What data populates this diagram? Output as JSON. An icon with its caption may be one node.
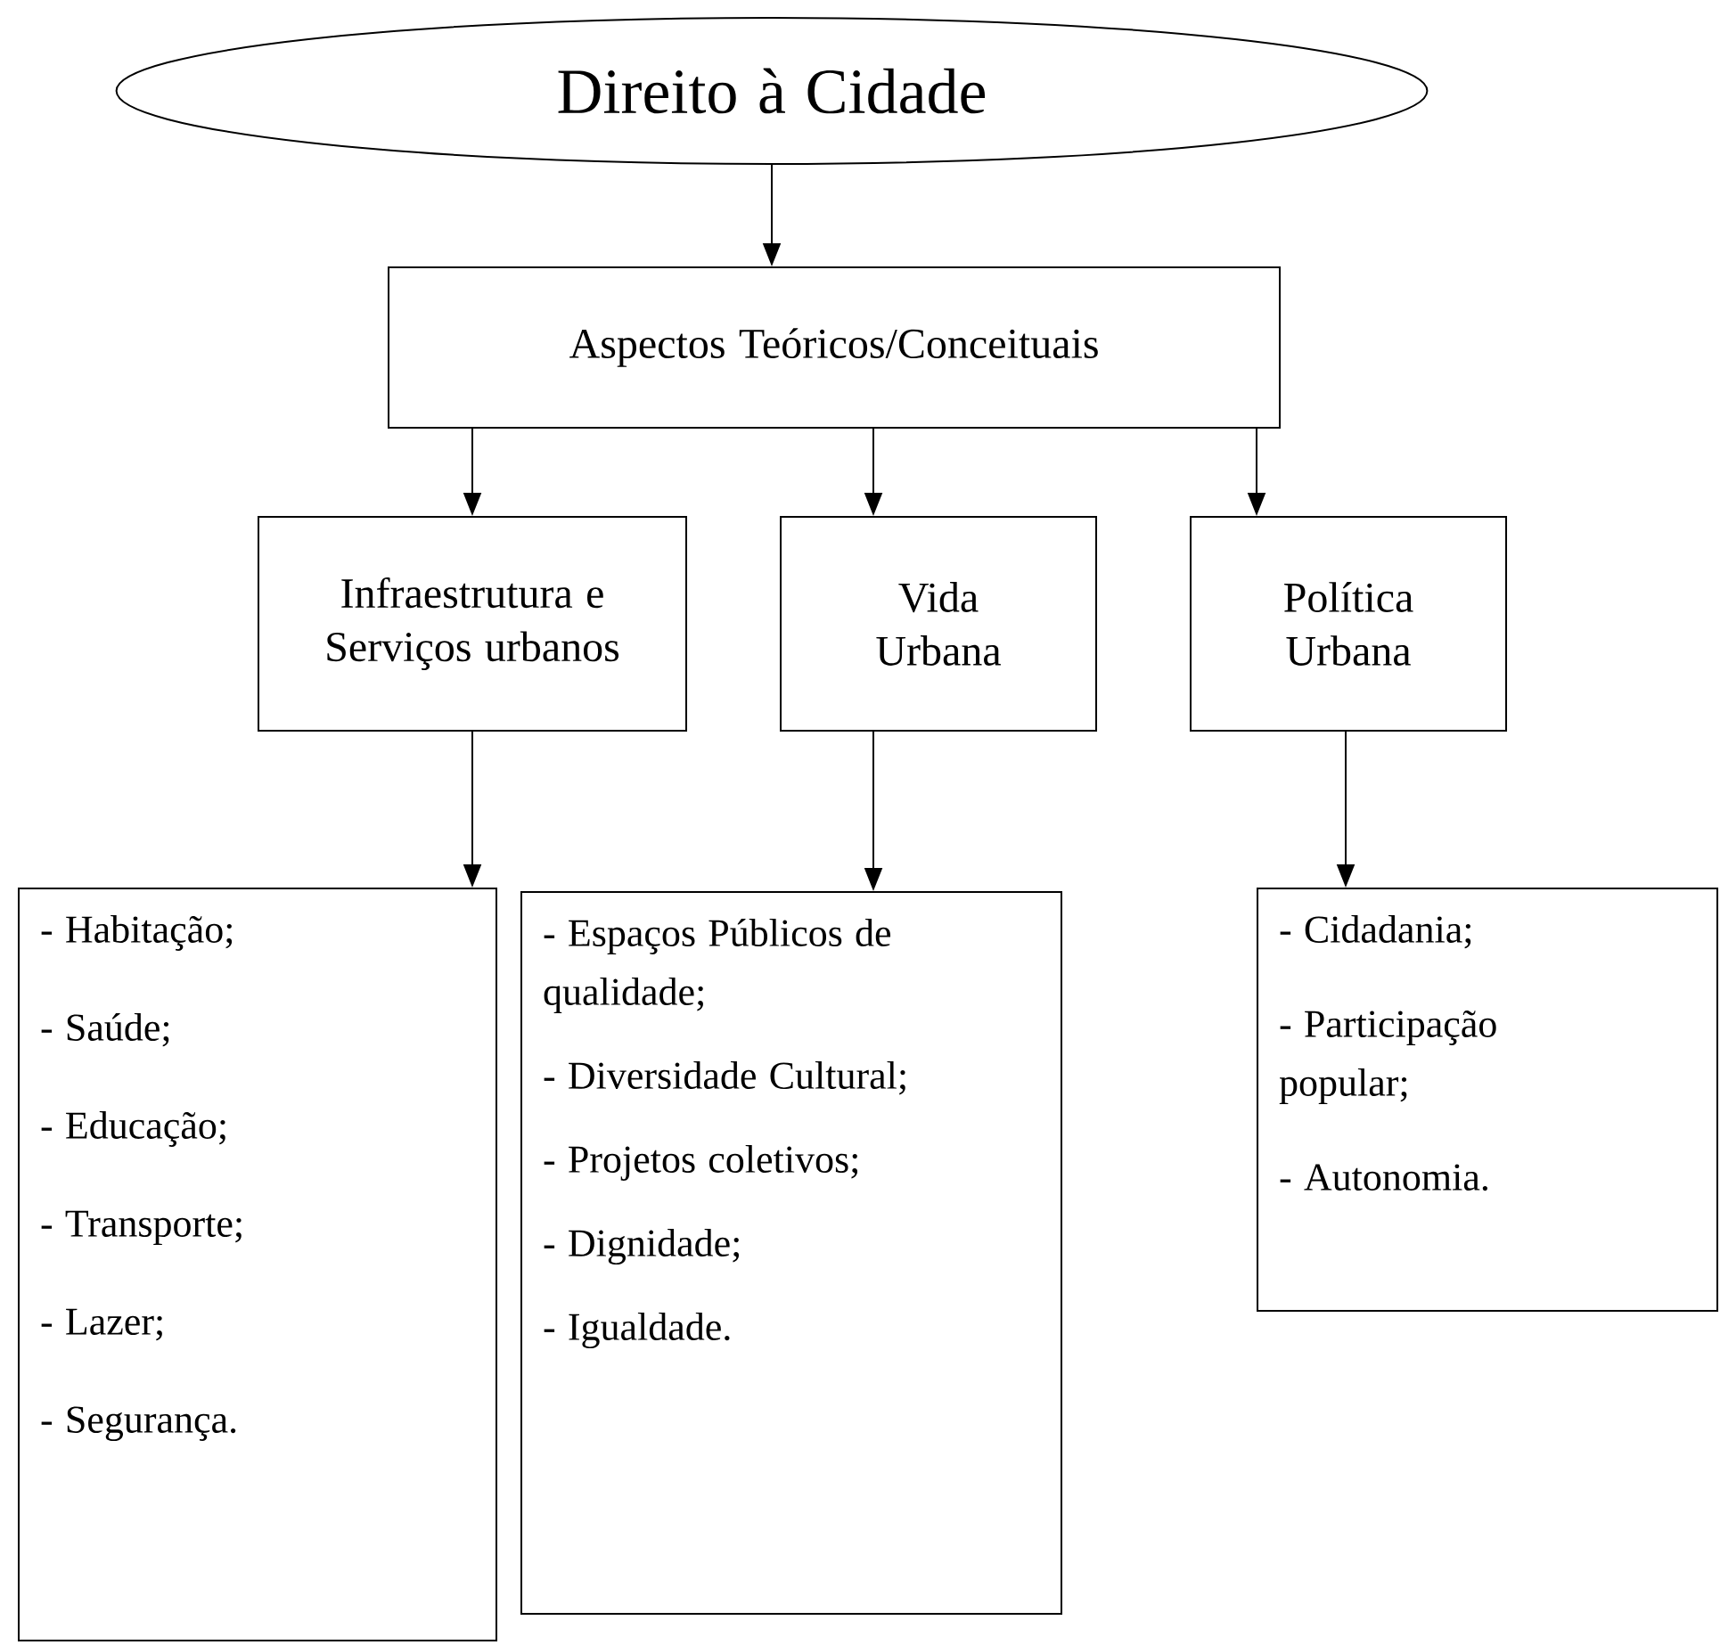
{
  "diagram": {
    "nodes": [
      {
        "text": [
          "Direito à Cidade"
        ]
      },
      {
        "text": [
          "Aspectos Teóricos/Conceituais"
        ]
      },
      {
        "text": [
          "Infraestrutura e Serviços urbanos"
        ]
      },
      {
        "text": [
          "Vida Urbana"
        ]
      },
      {
        "text": [
          "Política Urbana"
        ]
      },
      {
        "text": [
          "- Habitação;",
          "- Saúde;",
          "- Educação;",
          "- Transporte;",
          "- Lazer;",
          "- Segurança."
        ]
      },
      {
        "text": [
          "- Espaços Públicos de qualidade;",
          "- Diversidade Cultural;",
          "- Projetos coletivos;",
          "- Dignidade;",
          "- Igualdade."
        ]
      },
      {
        "text": [
          "- Cidadania;",
          "- Participação popular;",
          "- Autonomia."
        ]
      }
    ],
    "edges": [
      {
        "from": 0,
        "to": 1,
        "arrow": "to"
      },
      {
        "from": 1,
        "to": 2,
        "arrow": "to"
      },
      {
        "from": 1,
        "to": 3,
        "arrow": "to"
      },
      {
        "from": 1,
        "to": 4,
        "arrow": "to"
      },
      {
        "from": 2,
        "to": 5,
        "arrow": "to"
      },
      {
        "from": 3,
        "to": 6,
        "arrow": "to"
      },
      {
        "from": 4,
        "to": 7,
        "arrow": "to"
      }
    ]
  }
}
